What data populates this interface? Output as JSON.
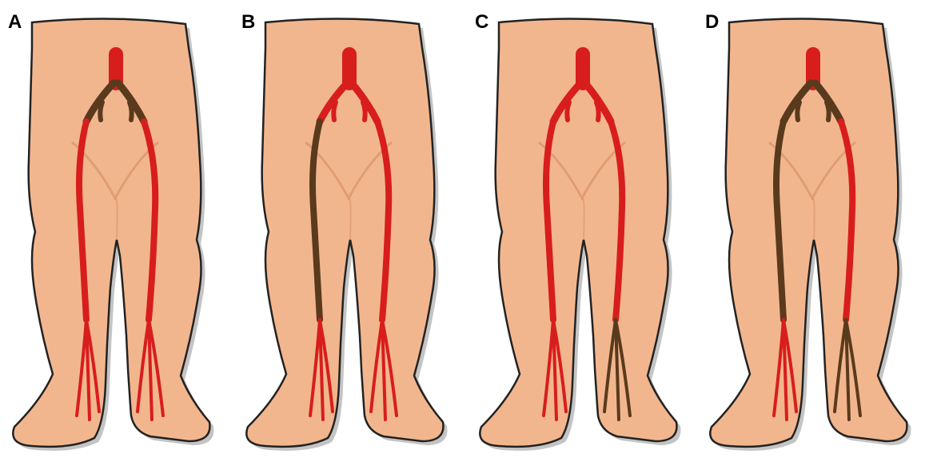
{
  "panels": [
    {
      "label": "A",
      "segments": {
        "aorta": "patent",
        "iliac_left": "occluded",
        "iliac_right": "occluded",
        "branch_left": "occluded",
        "branch_right": "occluded",
        "femoral_left": "patent",
        "femoral_right": "patent",
        "calf_left": "patent",
        "calf_right": "patent"
      }
    },
    {
      "label": "B",
      "segments": {
        "aorta": "patent",
        "iliac_left": "patent",
        "iliac_right": "patent",
        "branch_left": "patent",
        "branch_right": "patent",
        "femoral_left": "patent",
        "femoral_right": "occluded",
        "calf_left": "patent",
        "calf_right": "patent"
      }
    },
    {
      "label": "C",
      "segments": {
        "aorta": "patent",
        "iliac_left": "patent",
        "iliac_right": "patent",
        "branch_left": "patent",
        "branch_right": "patent",
        "femoral_left": "patent",
        "femoral_right": "patent",
        "calf_left": "occluded",
        "calf_right": "patent"
      }
    },
    {
      "label": "D",
      "segments": {
        "aorta": "patent",
        "iliac_left": "occluded",
        "iliac_right": "occluded",
        "branch_left": "occluded",
        "branch_right": "occluded",
        "femoral_left": "patent",
        "femoral_right": "occluded",
        "calf_left": "occluded",
        "calf_right": "patent"
      }
    }
  ],
  "colors": {
    "patent": "#d81d1d",
    "occluded": "#5a3a1c",
    "skin": "#f2b68e",
    "skin_shadow": "#d9926a",
    "outline": "#222222"
  }
}
